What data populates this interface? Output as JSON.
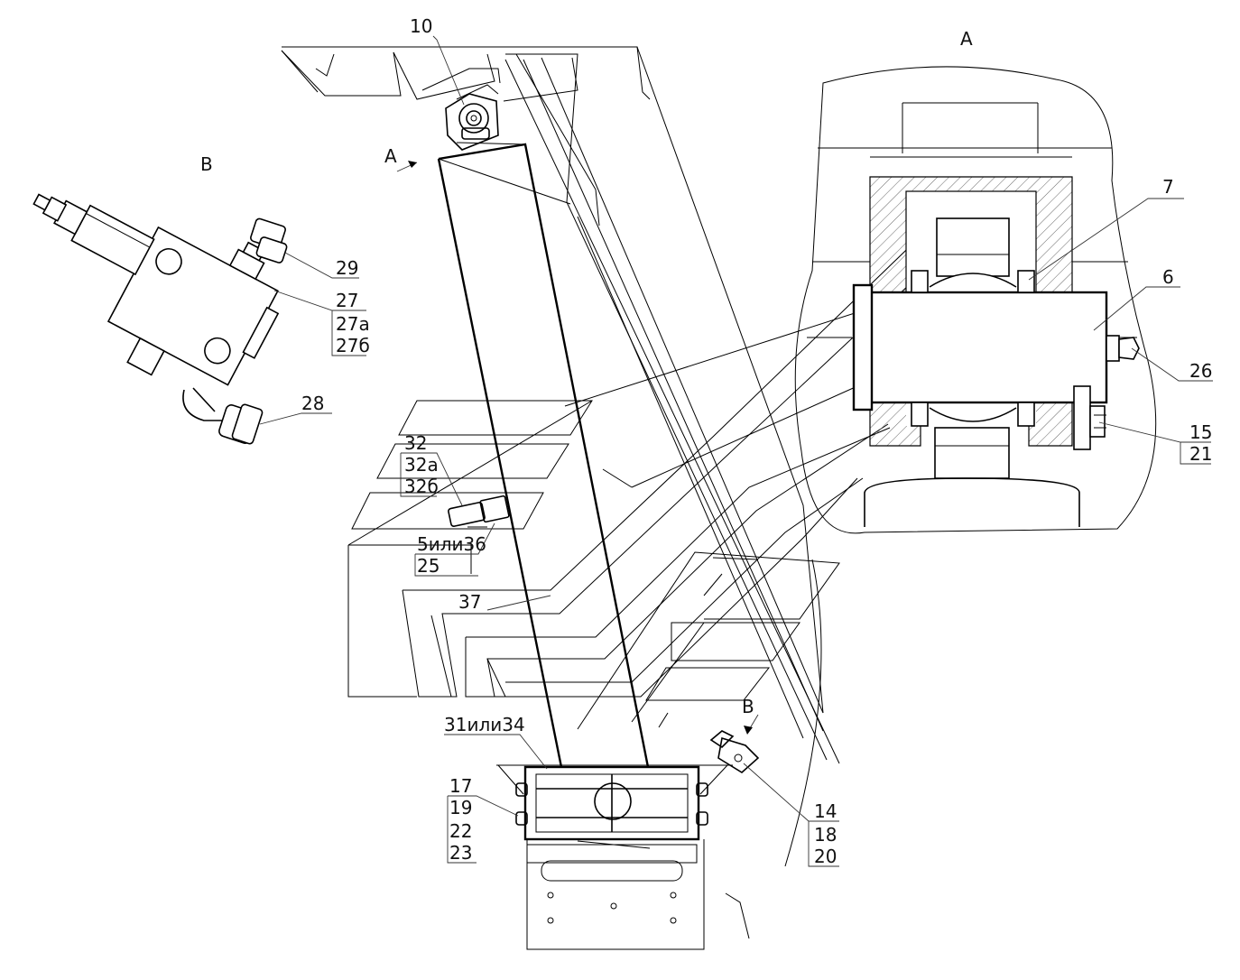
{
  "views": {
    "a_view_label": "А",
    "b_view_label": "В",
    "a_arrow_label": "А",
    "b_arrow_label": "В"
  },
  "callouts": {
    "c10": "10",
    "c7": "7",
    "c6": "6",
    "c26": "26",
    "c15": "15",
    "c21": "21",
    "c29": "29",
    "c27": "27",
    "c27a": "27а",
    "c27b": "27б",
    "c28": "28",
    "c32": "32",
    "c32a": "32а",
    "c32b": "32б",
    "c5or36": "5или36",
    "c25": "25",
    "c37": "37",
    "c31or34": "31или34",
    "c17": "17",
    "c19": "19",
    "c22": "22",
    "c23": "23",
    "c14": "14",
    "c18": "18",
    "c20": "20"
  },
  "colors": {
    "line": "#000000",
    "background": "#ffffff",
    "hatch": "#666666"
  }
}
